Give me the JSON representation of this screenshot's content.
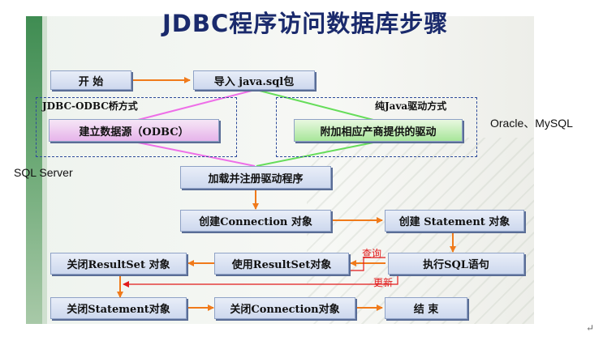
{
  "title": "JDBC程序访问数据库步骤",
  "side_labels": {
    "right": "Oracle、MySQL",
    "left": "SQL Server"
  },
  "groups": {
    "odbc": "JDBC-ODBC桥方式",
    "pure_java": "纯Java驱动方式"
  },
  "nodes": {
    "start": "开  始",
    "import": "导入 java.sql包",
    "create_ds": "建立数据源（ODBC）",
    "vendor_driver": "附加相应产商提供的驱动",
    "load_driver": "加载并注册驱动程序",
    "create_conn": "创建Connection 对象",
    "create_stmt": "创建 Statement 对象",
    "exec_sql": "执行SQL语句",
    "use_rs": "使用ResultSet对象",
    "close_rs": "关闭ResultSet 对象",
    "close_stmt": "关闭Statement对象",
    "close_conn": "关闭Connection对象",
    "end": "结  束"
  },
  "edge_labels": {
    "query": "查询",
    "update": "更新"
  },
  "colors": {
    "arrow": "#f07a1a",
    "pink_line": "#ee6fe8",
    "green_line": "#66dd5a",
    "red": "#e21a1a",
    "title": "#1a2a6c"
  },
  "corner_mark": "↵"
}
